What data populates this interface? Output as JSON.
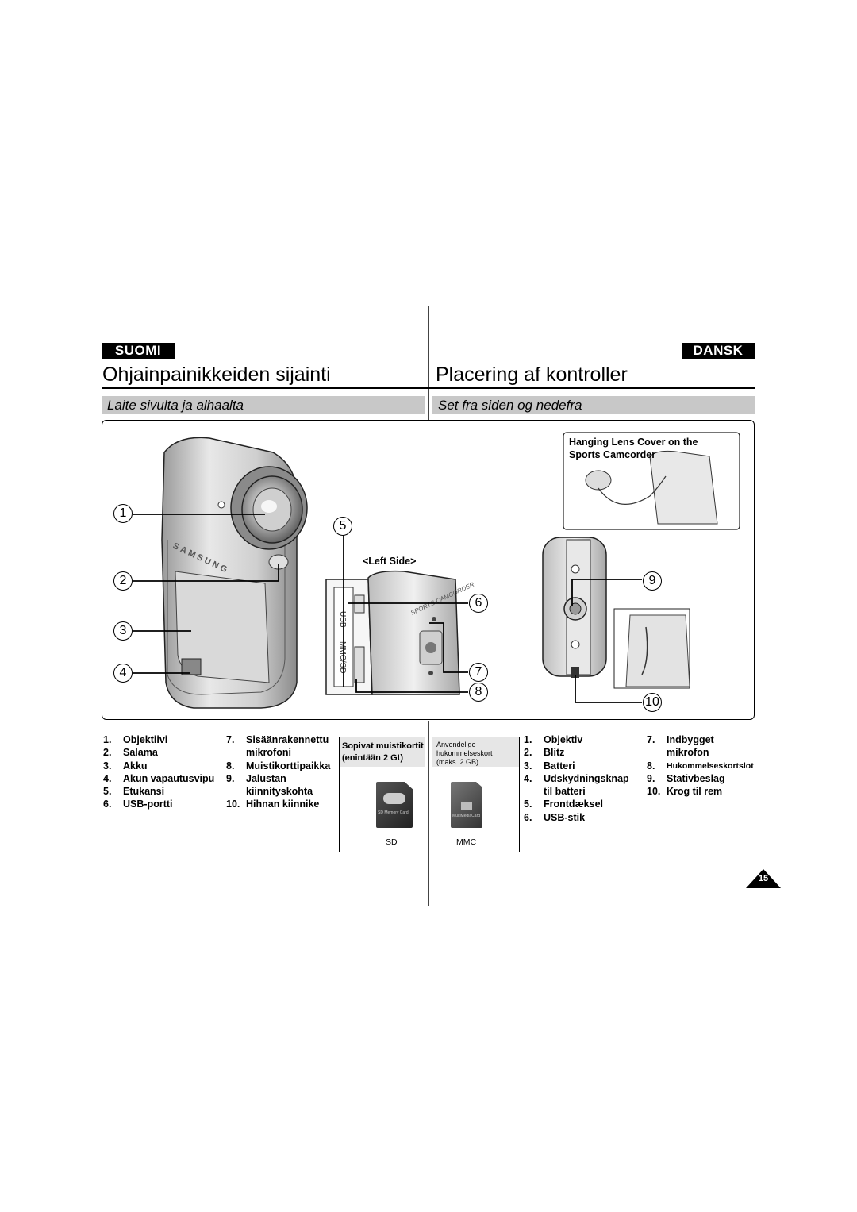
{
  "header": {
    "lang_left": "SUOMI",
    "lang_right": "DANSK",
    "title_left": "Ohjainpainikkeiden sijainti",
    "title_right": "Placering af kontroller",
    "subtitle_left": "Laite sivulta ja alhaalta",
    "subtitle_right": "Set fra siden og nedefra"
  },
  "figure": {
    "inset_label_line1": "Hanging Lens Cover on the",
    "inset_label_line2": "Sports Camcorder",
    "left_side_label": "<Left Side>",
    "brand_text": "SAMSUNG",
    "sports_text": "SPORTS CAMCORDER",
    "port_usb": "USB",
    "port_mmc": "MMC/SD",
    "callouts": [
      "1",
      "2",
      "3",
      "4",
      "5",
      "6",
      "7",
      "8",
      "9",
      "10"
    ]
  },
  "list_fi_col1": [
    {
      "n": "1.",
      "t": "Objektiivi"
    },
    {
      "n": "2.",
      "t": "Salama"
    },
    {
      "n": "3.",
      "t": "Akku"
    },
    {
      "n": "4.",
      "t": "Akun vapautusvipu"
    },
    {
      "n": "5.",
      "t": "Etukansi"
    },
    {
      "n": "6.",
      "t": "USB-portti"
    }
  ],
  "list_fi_col2": [
    {
      "n": "7.",
      "t": "Sisäänrakennettu"
    },
    {
      "n": "",
      "t": "mikrofoni"
    },
    {
      "n": "8.",
      "t": "Muistikorttipaikka"
    },
    {
      "n": "9.",
      "t": "Jalustan"
    },
    {
      "n": "",
      "t": "kiinnityskohta"
    },
    {
      "n": "10.",
      "t": "Hihnan kiinnike"
    }
  ],
  "cards": {
    "fi_line1": "Sopivat muistikortit",
    "fi_line2": "(enintään 2 Gt)",
    "da_line1": "Anvendelige",
    "da_line2": "hukommelseskort",
    "da_line3": "(maks. 2 GB)",
    "sd_label": "SD",
    "mmc_label": "MMC",
    "sd_card_text": "SD Memory Card",
    "mmc_card_text": "MultiMediaCard"
  },
  "list_da_col1": [
    {
      "n": "1.",
      "t": "Objektiv"
    },
    {
      "n": "2.",
      "t": "Blitz"
    },
    {
      "n": "3.",
      "t": "Batteri"
    },
    {
      "n": "4.",
      "t": "Udskydningsknap"
    },
    {
      "n": "",
      "t": "til batteri"
    },
    {
      "n": "5.",
      "t": "Frontdæksel"
    },
    {
      "n": "6.",
      "t": "USB-stik"
    }
  ],
  "list_da_col2": [
    {
      "n": "7.",
      "t": "Indbygget"
    },
    {
      "n": "",
      "t": "mikrofon"
    },
    {
      "n": "8.",
      "t": "Hukommelseskortslot"
    },
    {
      "n": "9.",
      "t": "Stativbeslag"
    },
    {
      "n": "10.",
      "t": "Krog til rem"
    }
  ],
  "page_number": "15"
}
